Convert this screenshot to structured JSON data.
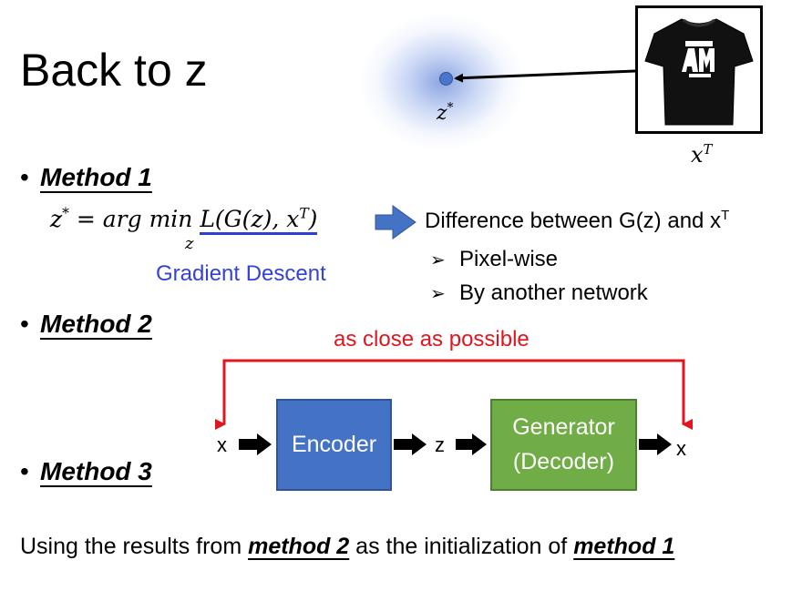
{
  "slide": {
    "title": "Back to z",
    "z_star_label": {
      "base": "z",
      "sup": "*"
    },
    "x_T_label": {
      "base": "x",
      "sup": "T"
    },
    "methods": [
      "Method 1",
      "Method 2",
      "Method 3"
    ],
    "formula": {
      "lhs": "z",
      "lhs_sup": "*",
      "equals": " = ",
      "argmin": "arg min",
      "loss_open": "L(G(z), x",
      "loss_sup": "T",
      "loss_close": ")",
      "subscript": "z"
    },
    "gradient_descent": "Gradient Descent",
    "difference": {
      "text": "Difference between G(z) and x",
      "sup": "T"
    },
    "sub_items": [
      "Pixel-wise",
      "By another network"
    ],
    "sub_item_marker": "➢",
    "close_as_possible": "as close as possible",
    "flow": {
      "input": "x",
      "encoder_label": "Encoder",
      "middle": "z",
      "generator_line1": "Generator",
      "generator_line2": "(Decoder)",
      "output": "x"
    },
    "bottom_text": {
      "before": "Using the results from ",
      "emph1": "method 2",
      "middle": " as the initialization of ",
      "emph2": "method 1"
    },
    "colors": {
      "encoder": "#4472c4",
      "generator": "#70ad47",
      "red": "#e0161e",
      "blue_text": "#3342d8",
      "arrow_blue": "#4472c4"
    },
    "icons": {
      "photo": "a&m-tshirt-image"
    }
  }
}
